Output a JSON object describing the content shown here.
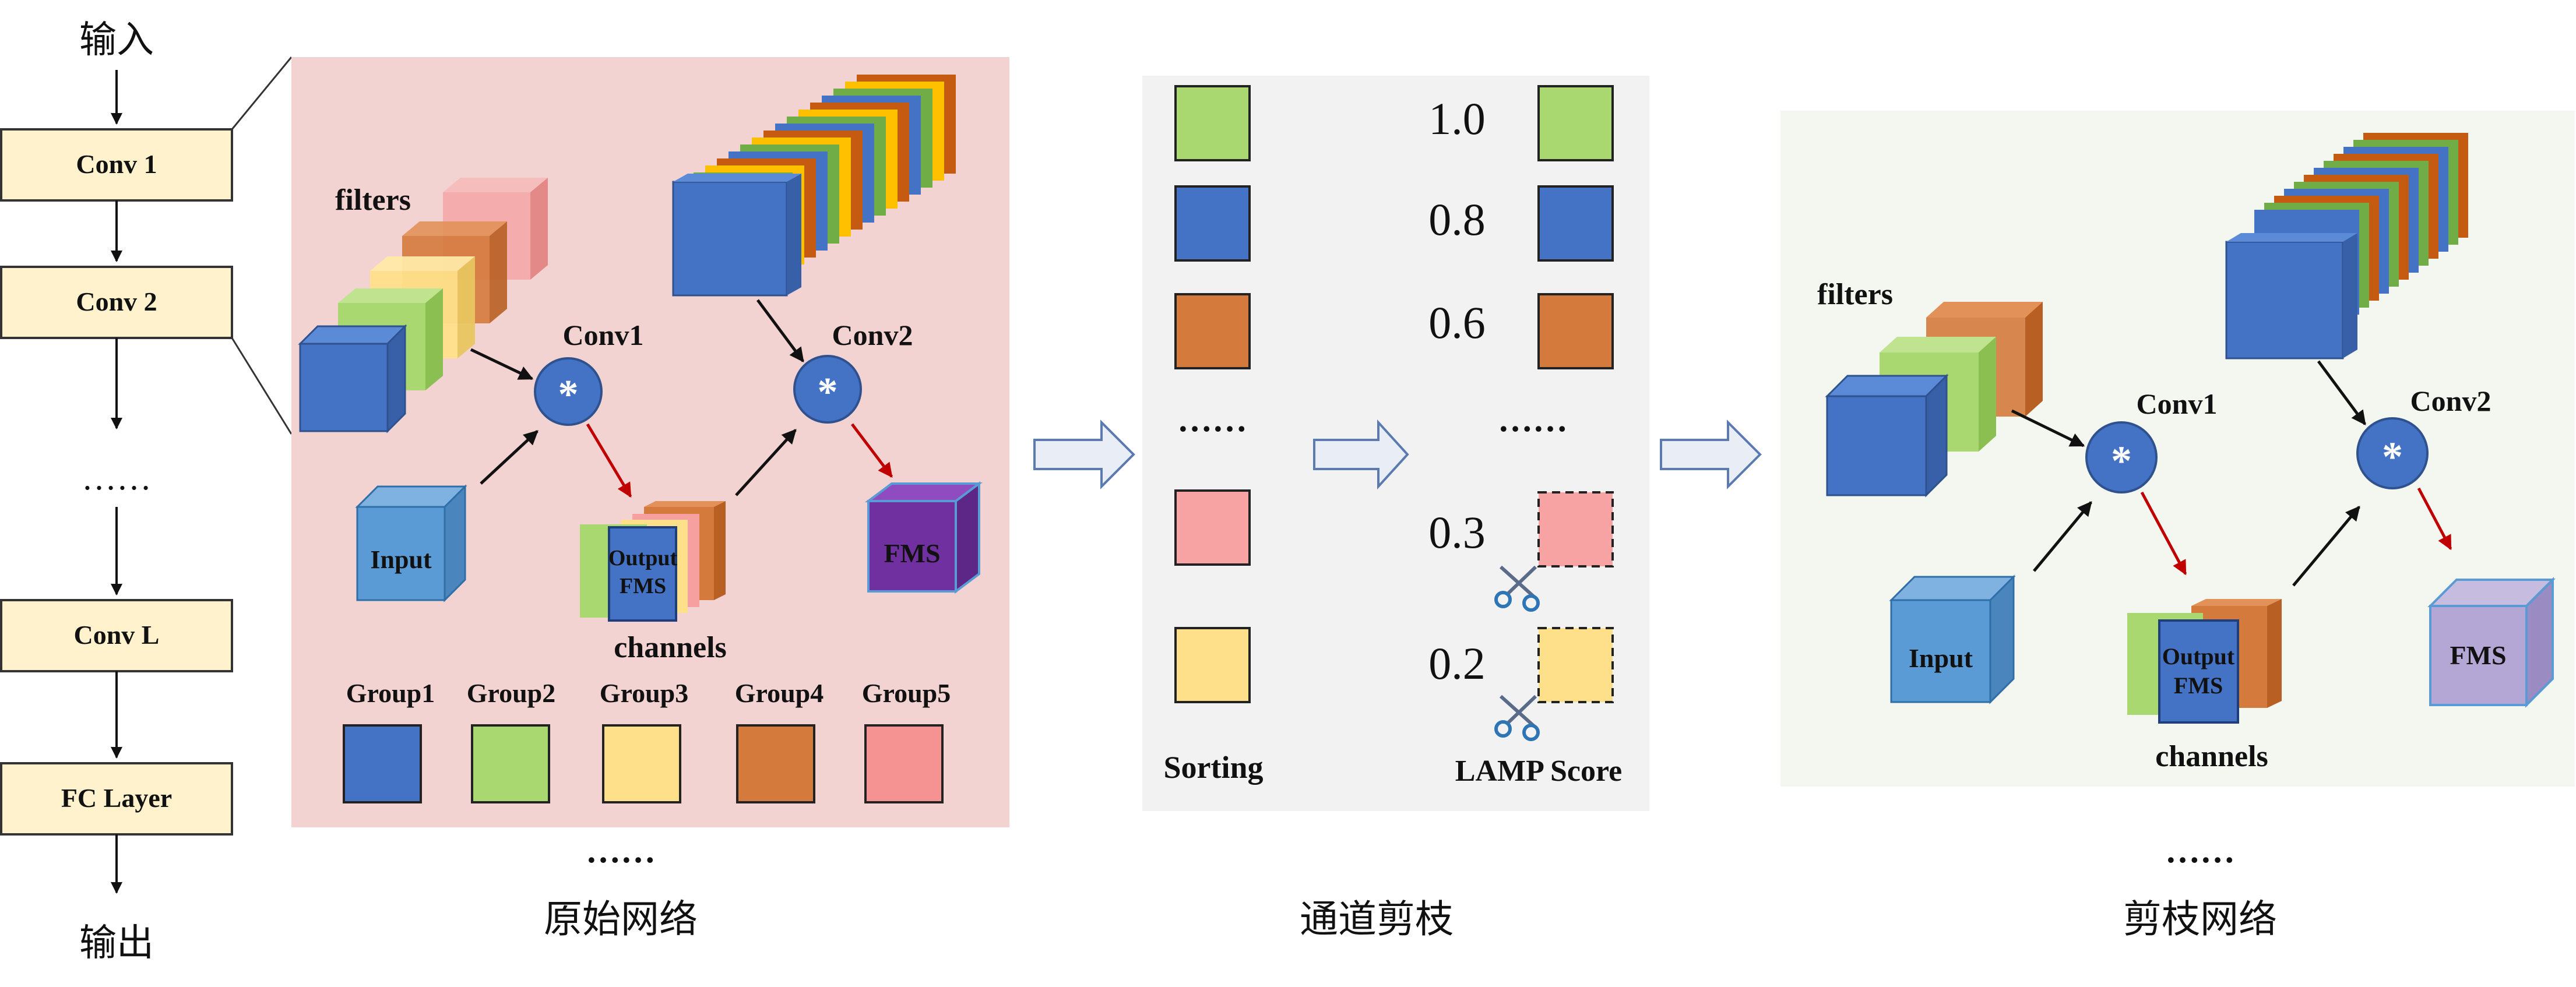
{
  "left_column": {
    "input_label": "输入",
    "output_label": "输出",
    "ellipsis": "……",
    "layers": [
      "Conv 1",
      "Conv 2",
      "Conv L",
      "FC Layer"
    ]
  },
  "original": {
    "caption": "原始网络",
    "filters_label": "filters",
    "conv1_label": "Conv1",
    "conv2_label": "Conv2",
    "operator": "*",
    "input_label": "Input",
    "output_line1": "Output",
    "output_line2": "FMS",
    "fms_label": "FMS",
    "channels_label": "channels",
    "groups": [
      {
        "name": "Group1",
        "color": "#4472c4"
      },
      {
        "name": "Group2",
        "color": "#a9d870"
      },
      {
        "name": "Group3",
        "color": "#ffe08a"
      },
      {
        "name": "Group4",
        "color": "#d47a3c"
      },
      {
        "name": "Group5",
        "color": "#f59393"
      }
    ],
    "ellipsis": "……"
  },
  "pruning": {
    "caption": "通道剪枝",
    "sorting_label": "Sorting",
    "score_label": "LAMP Score",
    "ellipsis_left": "……",
    "ellipsis_right": "……",
    "scores": [
      "1.0",
      "0.8",
      "0.6",
      "0.3",
      "0.2"
    ],
    "colors": {
      "green": "#a9d870",
      "blue": "#4472c4",
      "orange": "#d47a3c",
      "pink": "#f8a3a3",
      "yellow": "#ffe08a"
    }
  },
  "pruned": {
    "caption": "剪枝网络",
    "filters_label": "filters",
    "conv1_label": "Conv1",
    "conv2_label": "Conv2",
    "operator": "*",
    "input_label": "Input",
    "output_line1": "Output",
    "output_line2": "FMS",
    "fms_label": "FMS",
    "channels_label": "channels",
    "ellipsis": "……"
  }
}
